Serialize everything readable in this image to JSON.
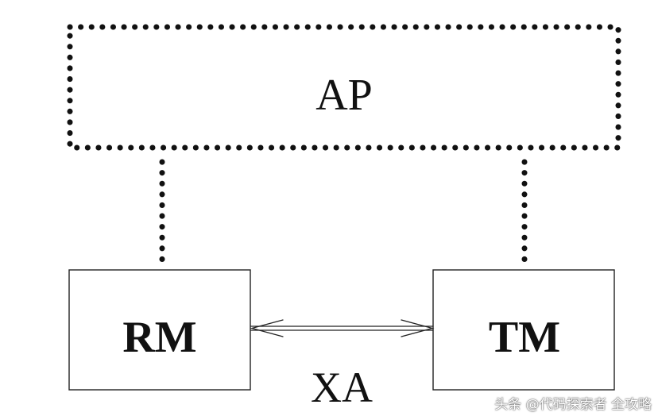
{
  "diagram": {
    "ap_label": "AP",
    "rm_label": "RM",
    "tm_label": "TM",
    "xa_label": "XA"
  },
  "watermark": {
    "text": "头条 @代码探索者 全攻略"
  },
  "colors": {
    "stroke": "#111111",
    "background": "#ffffff"
  }
}
